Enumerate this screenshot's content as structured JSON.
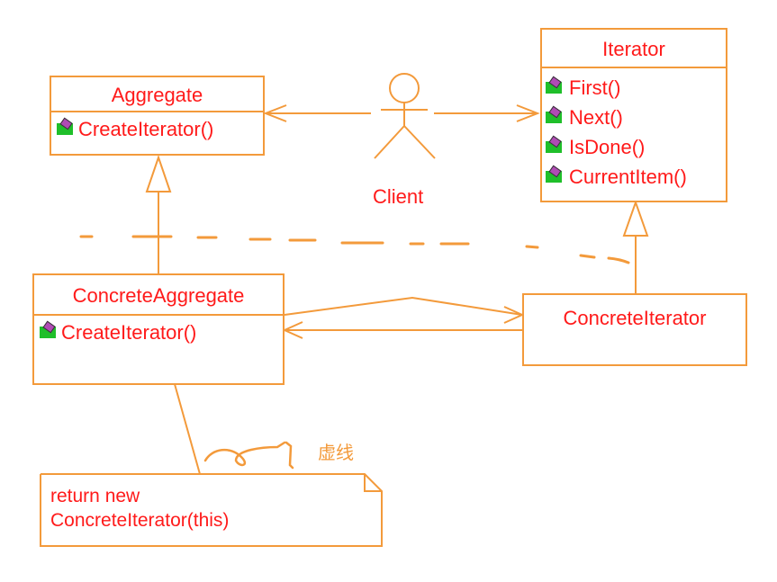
{
  "aggregate": {
    "title": "Aggregate",
    "ops": [
      "CreateIterator()"
    ]
  },
  "iterator": {
    "title": "Iterator",
    "ops": [
      "First()",
      "Next()",
      "IsDone()",
      "CurrentItem()"
    ]
  },
  "concrete_aggregate": {
    "title": "ConcreteAggregate",
    "ops": [
      "CreateIterator()"
    ]
  },
  "concrete_iterator": {
    "title": "ConcreteIterator"
  },
  "client": {
    "label": "Client"
  },
  "note": {
    "line1": "return new",
    "line2": "ConcreteIterator(this)"
  },
  "annotation": {
    "text": "虚线"
  },
  "colors": {
    "line": "#f39a3b",
    "text": "#ff1a1a",
    "icon_green": "#1fbf2a",
    "icon_purple": "#b04bb5"
  },
  "icons": {
    "operation": "method-icon"
  }
}
